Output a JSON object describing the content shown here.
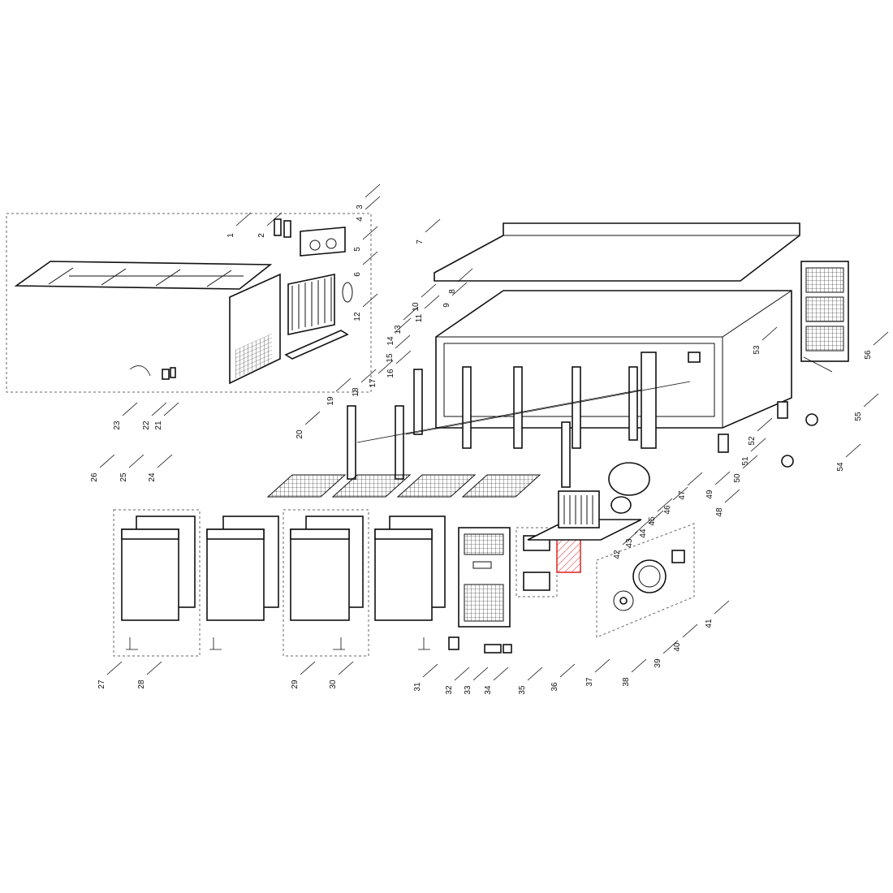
{
  "title": "Exploded parts diagram",
  "highlight_color": "#e03030",
  "part_labels": [
    "1",
    "2",
    "3",
    "4",
    "5",
    "6",
    "7",
    "8",
    "9",
    "10",
    "11",
    "12",
    "13",
    "14",
    "15",
    "16",
    "17",
    "18",
    "19",
    "20",
    "21",
    "22",
    "23",
    "24",
    "25",
    "26",
    "27",
    "28",
    "29",
    "30",
    "31",
    "32",
    "33",
    "34",
    "35",
    "36",
    "37",
    "38",
    "39",
    "40",
    "41",
    "42",
    "43",
    "44",
    "45",
    "46",
    "47",
    "48",
    "49",
    "50",
    "51",
    "52",
    "53",
    "54",
    "55",
    "56"
  ],
  "highlighted_part": "37"
}
